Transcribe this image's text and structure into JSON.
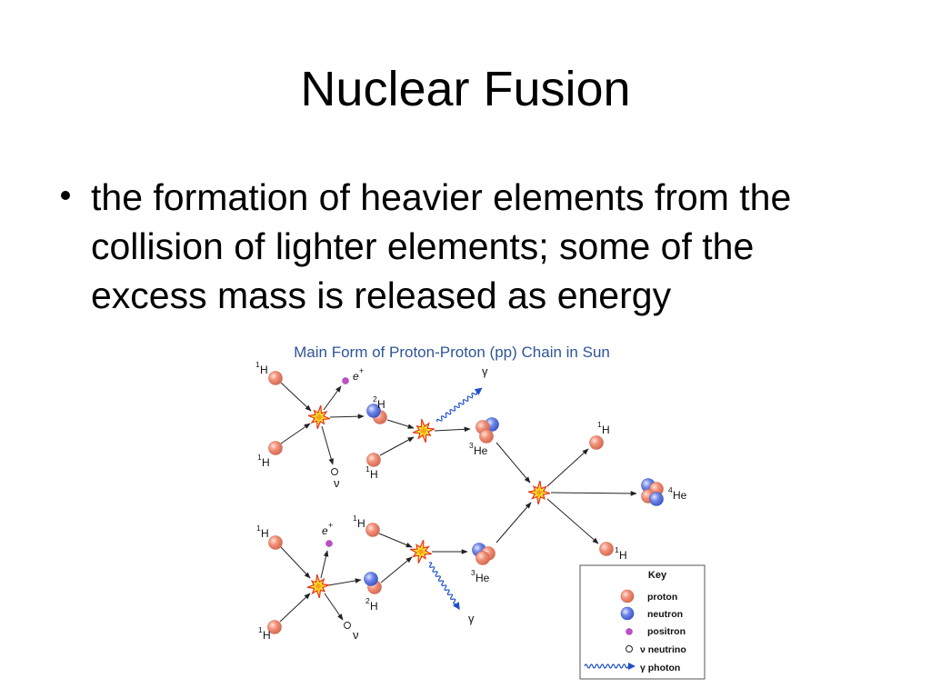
{
  "slide": {
    "title": "Nuclear Fusion",
    "bullet": {
      "lines": [
        "the formation of heavier elements from the",
        "collision of lighter elements; some of the",
        "excess mass is released as energy"
      ]
    }
  },
  "diagram": {
    "title": "Main Form of Proton-Proton (pp) Chain in Sun",
    "nuclides": {
      "hydrogen_1": {
        "mass": "1",
        "symbol": "H"
      },
      "hydrogen_2": {
        "mass": "2",
        "symbol": "H"
      },
      "helium_3": {
        "mass": "3",
        "symbol": "He"
      },
      "helium_4": {
        "mass": "4",
        "symbol": "He"
      }
    },
    "particles": {
      "positron": {
        "symbol": "e",
        "charge": "+"
      },
      "neutrino": "ν",
      "photon": "γ"
    },
    "key": {
      "title": "Key",
      "items": [
        "proton",
        "neutron",
        "positron",
        "ν neutrino",
        "γ photon"
      ]
    },
    "colors": {
      "title": "#2f5597",
      "proton": "#f28f78",
      "neutron": "#6f86e8",
      "positron": "#c04ec8",
      "photon": "#1f4fc6",
      "burst_fill": "#ffe82a",
      "burst_outline": "#e8331c"
    }
  }
}
